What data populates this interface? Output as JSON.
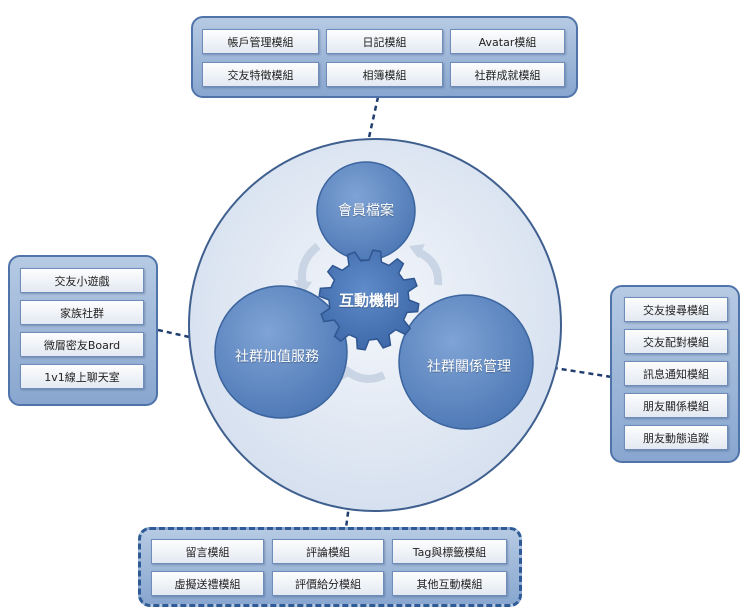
{
  "diagram": {
    "center_gear": "互動機制",
    "circles": {
      "top": "會員檔案",
      "left": "社群加值服務",
      "right": "社群關係管理"
    },
    "top_panel": [
      "帳戶管理模組",
      "日記模組",
      "Avatar模組",
      "交友特徵模組",
      "相簿模組",
      "社群成就模組"
    ],
    "left_panel": [
      "交友小遊戲",
      "家族社群",
      "微層密友Board",
      "1v1線上聊天室"
    ],
    "right_panel": [
      "交友搜尋模組",
      "交友配對模組",
      "訊息通知模組",
      "朋友關係模組",
      "朋友動態追蹤"
    ],
    "bottom_panel": [
      "留言模組",
      "評論模組",
      "Tag與標籤模組",
      "虛擬送禮模組",
      "評價給分模組",
      "其他互動模組"
    ]
  },
  "colors": {
    "outer_circle": "#dfe7f3",
    "inner_circle": "#5b86c2",
    "gear": "#4a77b8",
    "panel_border": "#4f74aa",
    "connector": "#1f3d6e"
  }
}
